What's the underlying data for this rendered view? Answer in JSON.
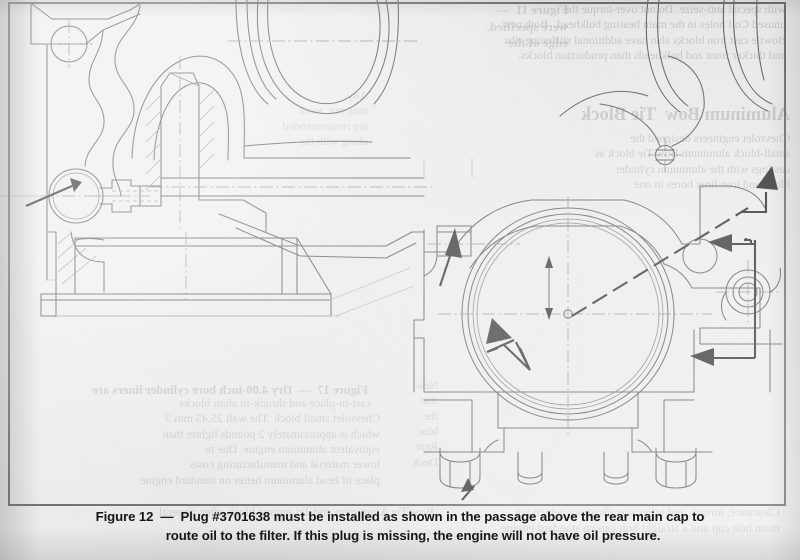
{
  "figure": {
    "label": "Figure 12",
    "dash": "—",
    "caption_line1": "Plug #3701638 must be installed as shown in the passage above the rear main cap to",
    "caption_line2": "route oil to the filter. If this plug is missing,  the engine will not have oil pressure.",
    "caption_full": "Figure 12 — Plug #3701638 must be installed as shown in the passage above the rear main cap to route oil to the filter. If this plug is missing, the engine will not have oil pressure.",
    "part_number": "3701638",
    "subject": "engine block rear main cap oil passage plug"
  },
  "drawing": {
    "type": "engineering-cross-section",
    "description": "Sectional line drawing of a cast engine block rear main bearing area showing cylinder bore arcs, oil gallery passage, the rear main bearing bore, main cap with bolts, and the oil filter feed passage plug.",
    "line_color": "#4a4a4c",
    "arrow_color": "#131313",
    "frame_color": "#58585a",
    "paper_color": "#ebebe9",
    "annotations": [
      {
        "name": "plug-passage-arrow",
        "points_to": "plug cavity in oil passage above rear main cap"
      },
      {
        "name": "oil-gallery-arrow",
        "points_to": "left oil gallery boss"
      },
      {
        "name": "main-bore-arrow",
        "points_to": "rear main bearing bore"
      },
      {
        "name": "filter-pad-arrow-upper",
        "points_to": "oil filter mounting pad"
      },
      {
        "name": "filter-pad-arrow-lower",
        "points_to": "oil filter feed boss"
      },
      {
        "name": "rear-seal-arrow",
        "points_to": "rear main cap bolt"
      },
      {
        "name": "cap-bolt-arrow",
        "points_to": "main cap bolt head"
      }
    ]
  },
  "bleed_through": {
    "note": "faint mirrored text showing through from the reverse side of the page",
    "blocks": [
      {
        "id": "tr-para",
        "text": "with special anti-seize. Do not over-torque the\nunused Coil holes in the main bearing bulkhead.  Both new\nBowtie cast iron blocks also have additional stiffening ribs\nand thicker front and bulkheads than production blocks."
      },
      {
        "id": "tr-head",
        "text": "Aluminum Bow  Tie Block"
      },
      {
        "id": "tr-body",
        "text": "Chevrolet engineers designed the\nsmall-block aluminum Bow Tie block as\ncastings with the aluminum cylinder\nblock and iron liner bores in one"
      },
      {
        "id": "tl-head",
        "text": "Figure 11  —\nwere specified.\nedge of the"
      },
      {
        "id": "tl-body",
        "text": "Any\nmay not  work\nare recommended\nalong with the"
      },
      {
        "id": "bl-head",
        "text": "Figure 17  —  Dry 4.00-inch bore cylinder liners are"
      },
      {
        "id": "bl-body",
        "text": "   cast-in-place and shrunk-in alum blocks\nChevrolet small block  The wall 25.45 mm 3\nwhich is approximately 2 pounds lighter than\nequivalent aluminum engine  Due to\nlower material and manufacturing costs\nplace of head aluminum better on standard engine"
      },
      {
        "id": "bot-row",
        "text": "Bow Tie Aluminum and Tri-engine block often general"
      },
      {
        "id": "bot-row2",
        "text": "Clearance, torque, and other specifications which are\nmain bolt cap and a straight bolt cap on standard engine"
      },
      {
        "id": "right-col",
        "text": "New\nmat\nthe\nbloc\nRear\nDeck"
      }
    ]
  }
}
